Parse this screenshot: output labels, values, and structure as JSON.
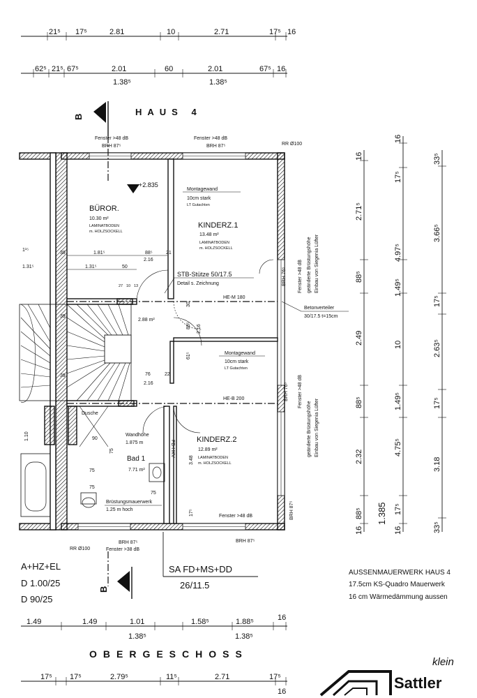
{
  "title": {
    "house": "HAUS 4",
    "floor": "OBERGESCHOSS",
    "section_marker": "B"
  },
  "dims": {
    "row1": [
      "21⁵",
      "17⁵",
      "2.81",
      "10",
      "2.71",
      "17⁵",
      "16"
    ],
    "row2": [
      "62⁵",
      "21⁵",
      "67⁵",
      "2.01",
      "60",
      "2.01",
      "67⁵",
      "16"
    ],
    "row2_sub": [
      "1.38⁵",
      "1.38⁵"
    ],
    "bottom_row1": [
      "1.49",
      "1.49",
      "1.01",
      "1.58⁵",
      "1.88⁵",
      "16"
    ],
    "bottom_row1_sub": [
      "1.38⁵",
      "1.38⁵"
    ],
    "bottom_row2": [
      "17⁵",
      "17⁵",
      "2.79⁵",
      "11⁵",
      "2.71",
      "17⁵",
      "16"
    ],
    "right_col1": [
      "16",
      "2.71⁵",
      "88⁵",
      "2.49",
      "88⁵",
      "2.32",
      "88⁵",
      "16"
    ],
    "right_col2": [
      "16",
      "17⁵",
      "4.97⁵",
      "1.49⁵",
      "10",
      "1.49⁵",
      "4.75⁵",
      "17⁵",
      "1.385",
      "16"
    ],
    "right_col3": [
      "33⁵",
      "3.66⁵",
      "17⁵",
      "2.63⁵",
      "17⁵",
      "3.18",
      "33⁵"
    ],
    "left_side": [
      "1¹⁵",
      "1.31⁵",
      "1.10",
      "39",
      "39",
      "39"
    ],
    "inner": [
      "1.81⁵",
      "88⁵",
      "21",
      "2.16",
      "1.31⁵",
      "50",
      "27",
      "10",
      "13",
      "2.88 m²",
      "76",
      "22",
      "2.16",
      "88⁵",
      "30",
      "61⁵",
      "2.16",
      "90",
      "75",
      "75",
      "75",
      "75",
      "3.48",
      "17⁵"
    ]
  },
  "rooms": {
    "buero": {
      "name": "BÜROR.",
      "area": "10.30 m²",
      "floor1": "LAMINATBODEN",
      "floor2": "m. HOLZSOCKELL"
    },
    "kinder1": {
      "name": "KINDERZ.1",
      "area": "13.48 m²",
      "floor1": "LAMINATBODEN",
      "floor2": "m. HOLZSOCKELL"
    },
    "kinder2": {
      "name": "KINDERZ.2",
      "area": "12.89 m²",
      "floor1": "LAMINATBODEN",
      "floor2": "m. HOLZSOCKELL"
    },
    "bad": {
      "name": "Bad 1",
      "area": "7.71 m²"
    },
    "dusche": "Dusche",
    "flur_area": "2.88 m²"
  },
  "annotations": {
    "fenster_48_top_left": "Fenster >48 dB",
    "brh_top_left": "BRH 87⁵",
    "fenster_48_top_right": "Fenster >48 dB",
    "brh_top_right": "BRH 87⁵",
    "rr_top": "RR Ø100",
    "level": "+2.835",
    "montagewand1_title": "Montagewand",
    "montagewand1_spec": "10cm stark",
    "montagewand1_note": "LT Gutachten",
    "stb_stuetze": "STB-Stütze 50/17.5",
    "detail": "Detail s. Zeichnung",
    "hem": "HE-M 180",
    "heb": "HE-B 200",
    "montagewand2_title": "Montagewand",
    "montagewand2_spec": "10cm stark",
    "montagewand2_note": "LT Gutachten",
    "betonverteiler": "Betonverteiler",
    "betonverteiler_spec": "30/17.5 t=15cm",
    "wandhoehe": "Wandhöhe",
    "wandhoehe_val": "1.875 m",
    "brustung": "Brüstungsmauerwerk",
    "brustung_val": "1.25 m hoch",
    "fenster_48_k2": "Fenster >48 dB",
    "brh_bottom_left": "BRH 87⁵",
    "fenster_38": "Fenster >38 dB",
    "brh_bottom_right": "BRH 87⁵",
    "rr_bottom": "RR Ø100",
    "fbhkv": "FB-HKV",
    "side_fenster1": "Fenster >48 dB",
    "side_brh1": "BRH 76⁵",
    "side_fenster2": "Fenster >48 dB",
    "side_brh2": "BRH 76⁵",
    "side_brh3": "BRH 87⁵",
    "side_note1a": "geänderte Brüstungshöhe",
    "side_note1b": "Einbau von Siegenia Lüfter",
    "side_note2a": "geänderte Brüstungshöhe",
    "side_note2b": "Einbau von Siegenia Lüfter",
    "sa": "SA FD+MS+DD",
    "sa_val": "26/11.5",
    "left_a": "A+HZ+EL",
    "left_b": "D  1.00/25",
    "left_c": "D   90/25"
  },
  "legend": {
    "title": "AUSSENMAUERWERK HAUS 4",
    "line1": "17.5cm KS-Quadro Mauerwerk",
    "line2": "16 cm  Wärmedämmung aussen"
  },
  "brand": {
    "name": "Sattler",
    "signature": "klein"
  }
}
